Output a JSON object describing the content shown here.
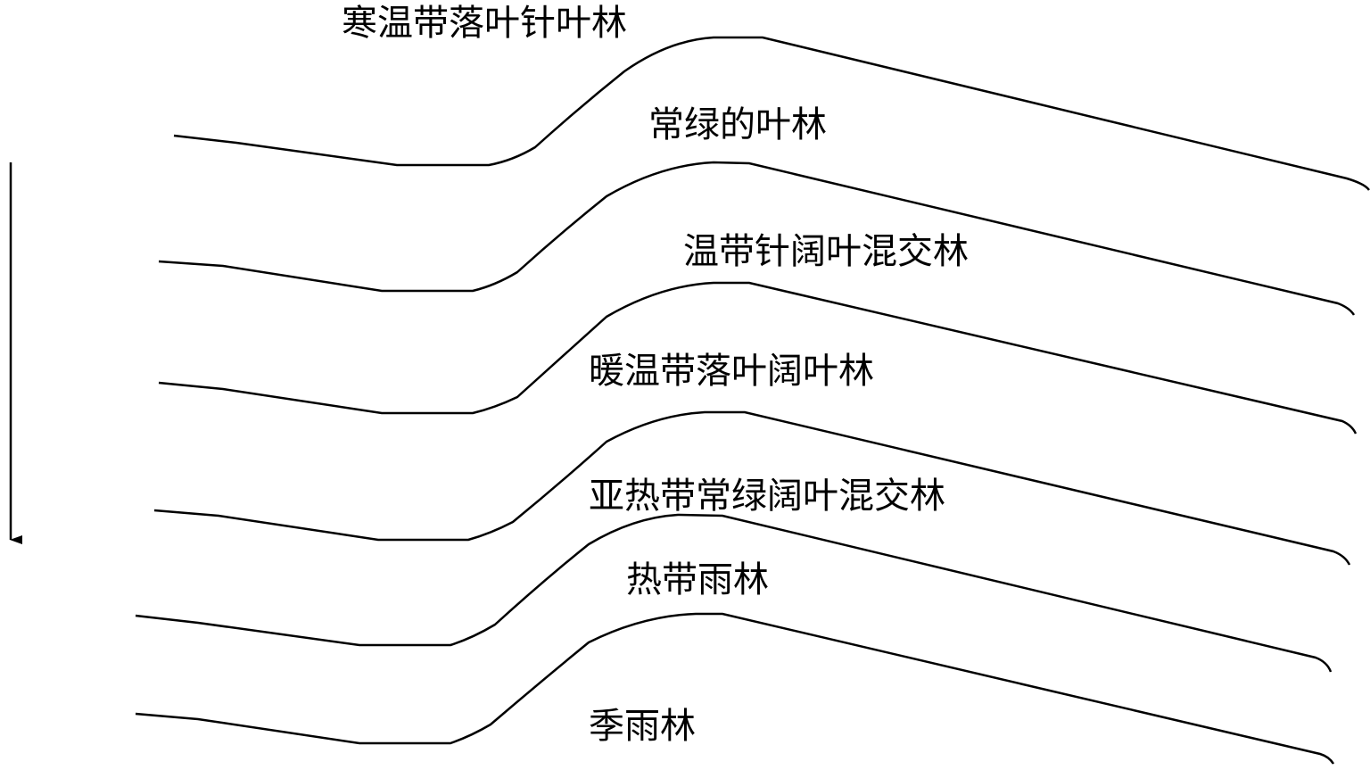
{
  "labels": [
    "寒温带落叶针叶林",
    "常绿的叶林",
    "温带针阔叶混交林",
    "暖温带落叶阔叶林",
    "亚热带常绿阔叶混交林",
    "热带雨林",
    "季雨林"
  ],
  "arrow_direction": "down"
}
